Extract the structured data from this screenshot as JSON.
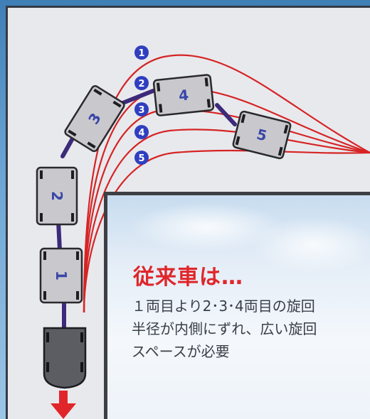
{
  "vehicle_path": {
    "paths": [
      {
        "label": "1",
        "label_color": "#2f3fbf",
        "line_color": "#d62424"
      },
      {
        "label": "2",
        "label_color": "#2f3fbf",
        "line_color": "#d62424"
      },
      {
        "label": "3",
        "label_color": "#2f3fbf",
        "line_color": "#d62424"
      },
      {
        "label": "4",
        "label_color": "#2f3fbf",
        "line_color": "#d62424"
      },
      {
        "label": "5",
        "label_color": "#2f3fbf",
        "line_color": "#d62424"
      }
    ],
    "cars": [
      {
        "label": "1"
      },
      {
        "label": "2"
      },
      {
        "label": "3"
      },
      {
        "label": "4"
      },
      {
        "label": "5"
      }
    ],
    "direction_arrow_color": "#e0262a"
  },
  "explanation": {
    "heading": "従来車は…",
    "heading_color": "#e0262a",
    "body": "１両目より2･3･4両目の旋回\n半径が内側にずれ、広い旋回\nスペースが必要"
  }
}
